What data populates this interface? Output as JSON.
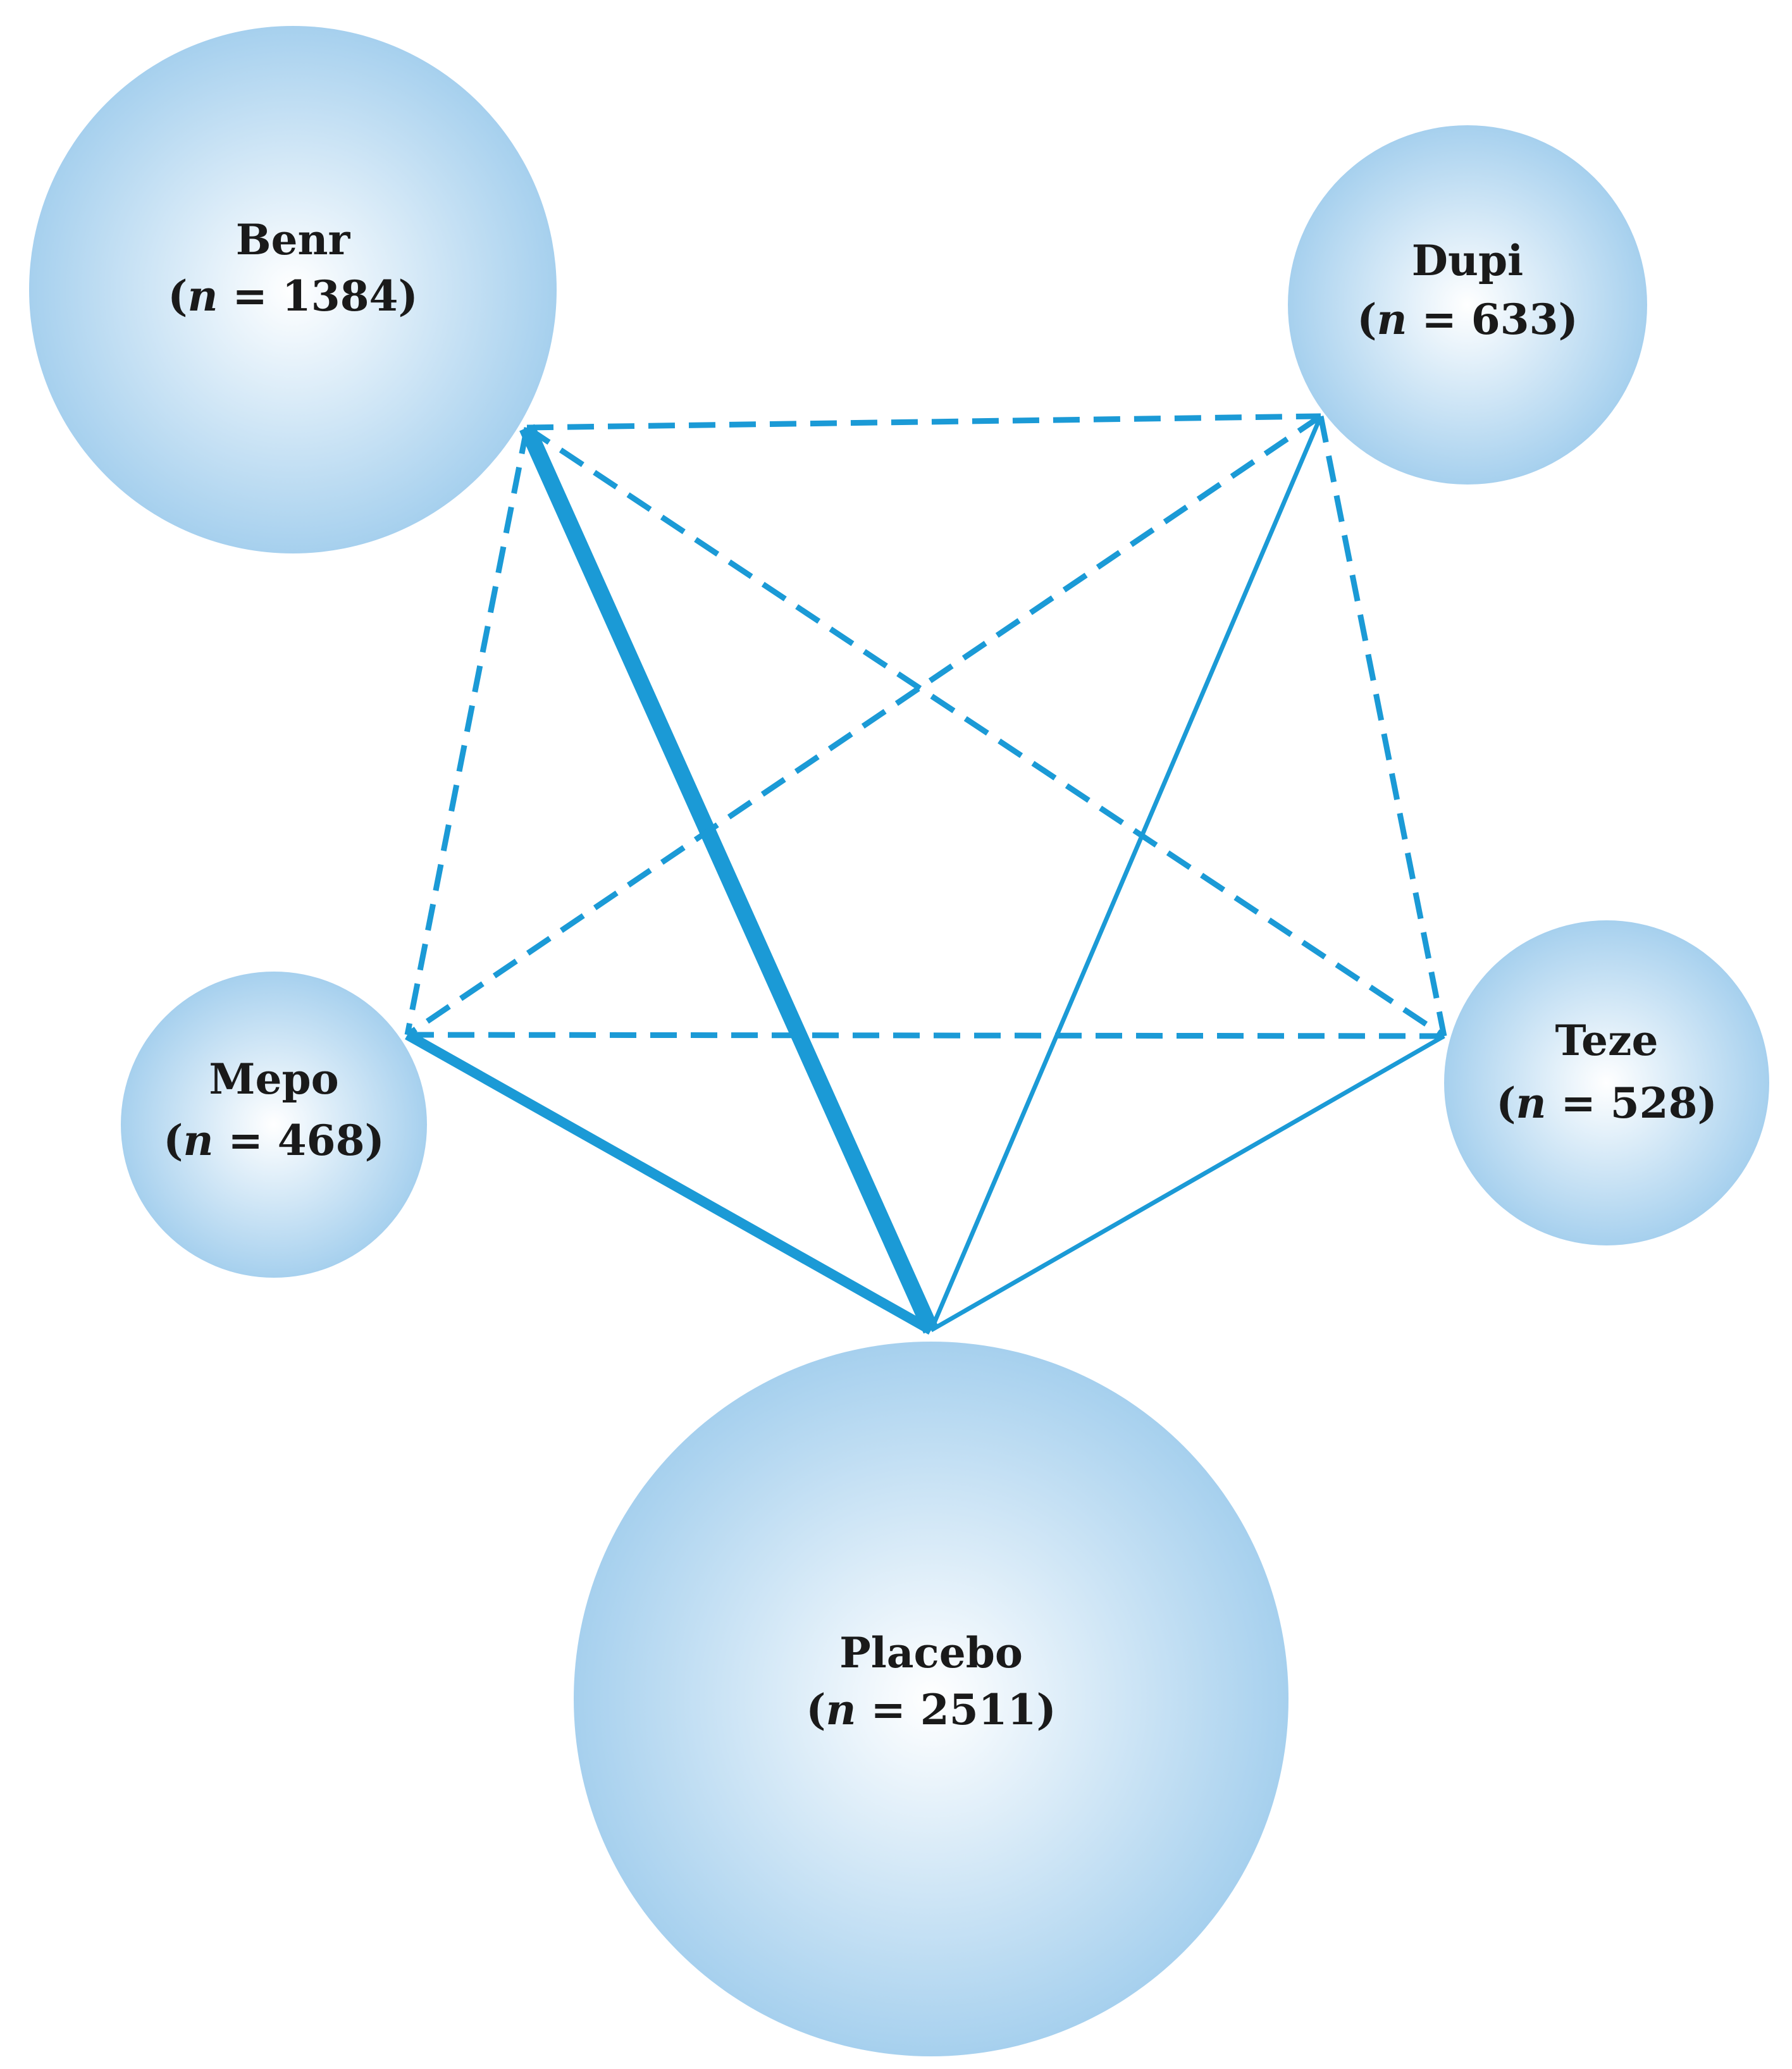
{
  "nodes": [
    {
      "id": "benr",
      "name": "Benr",
      "n_prefix": "n",
      "n_text": " = 1384",
      "n": 1384
    },
    {
      "id": "dupi",
      "name": "Dupi",
      "n_prefix": "n",
      "n_text": " = 633",
      "n": 633
    },
    {
      "id": "mepo",
      "name": "Mepo",
      "n_prefix": "n",
      "n_text": " = 468",
      "n": 468
    },
    {
      "id": "teze",
      "name": "Teze",
      "n_prefix": "n",
      "n_text": " = 528",
      "n": 528
    },
    {
      "id": "placebo",
      "name": "Placebo",
      "n_prefix": "n",
      "n_text": " = 2511",
      "n": 2511
    }
  ],
  "edges": [
    {
      "from": "benr",
      "to": "placebo",
      "style": "solid",
      "weight": "heavy"
    },
    {
      "from": "mepo",
      "to": "placebo",
      "style": "solid",
      "weight": "medium"
    },
    {
      "from": "dupi",
      "to": "placebo",
      "style": "solid",
      "weight": "light"
    },
    {
      "from": "teze",
      "to": "placebo",
      "style": "solid",
      "weight": "light"
    },
    {
      "from": "benr",
      "to": "dupi",
      "style": "dashed",
      "weight": "indirect"
    },
    {
      "from": "benr",
      "to": "mepo",
      "style": "dashed",
      "weight": "indirect"
    },
    {
      "from": "benr",
      "to": "teze",
      "style": "dashed",
      "weight": "indirect"
    },
    {
      "from": "dupi",
      "to": "mepo",
      "style": "dashed",
      "weight": "indirect"
    },
    {
      "from": "dupi",
      "to": "teze",
      "style": "dashed",
      "weight": "indirect"
    },
    {
      "from": "mepo",
      "to": "teze",
      "style": "dashed",
      "weight": "indirect"
    }
  ],
  "colors": {
    "edge": "#1b9ad6",
    "node_center": "#ffffff",
    "node_edge": "#a6d0ee"
  }
}
